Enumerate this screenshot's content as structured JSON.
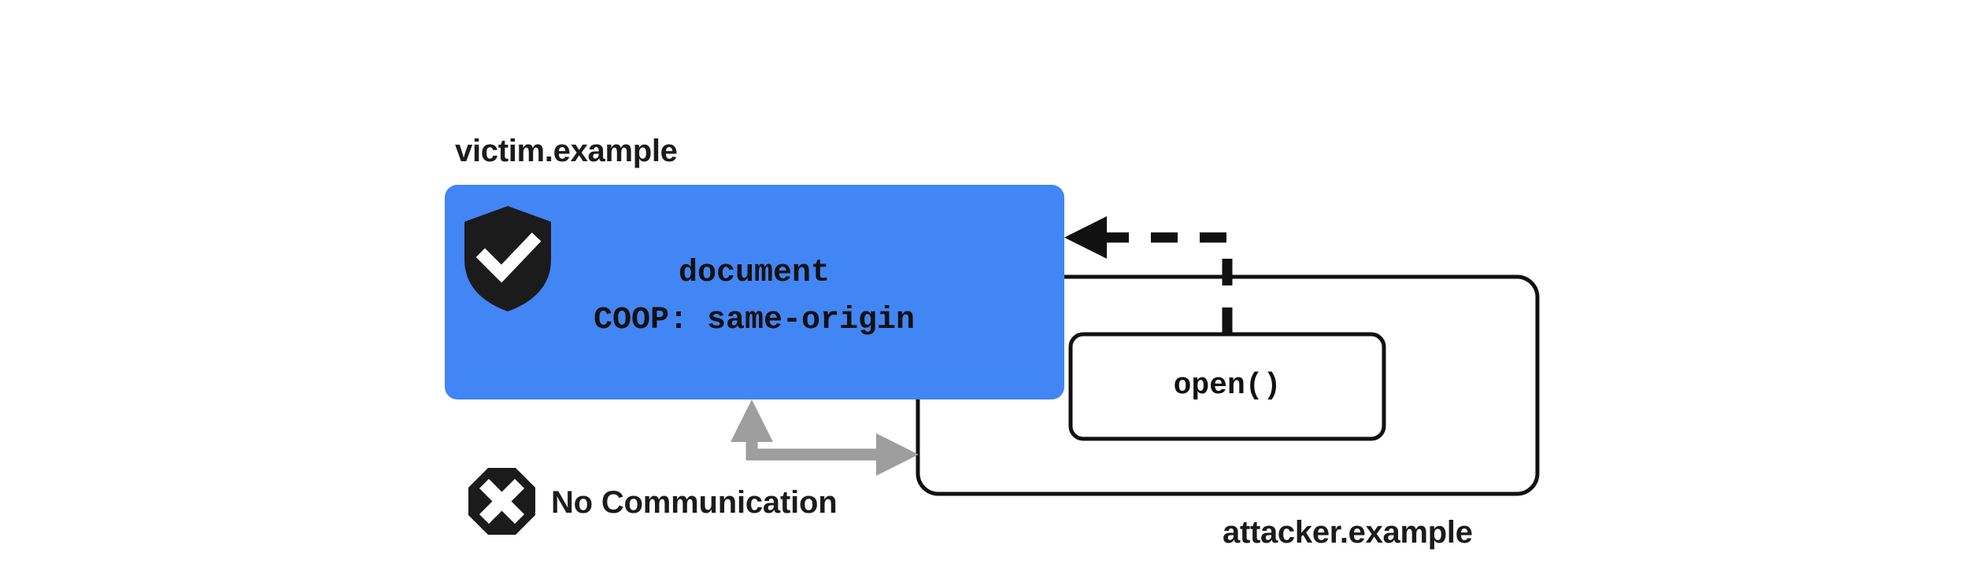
{
  "diagram": {
    "type": "security-architecture-diagram",
    "background_color": "#ffffff",
    "victim": {
      "origin_label": "victim.example",
      "box_color": "#4285f4",
      "shield_icon_name": "shield-check-icon",
      "shield_color": "#1b1b1b",
      "lines": [
        "document",
        "COOP: same-origin"
      ],
      "document_line": "document",
      "coop_line": "COOP: same-origin"
    },
    "attacker": {
      "origin_label": "attacker.example",
      "border_color": "#111111",
      "open_box_label": "open()"
    },
    "no_communication": {
      "label": "No Communication",
      "icon_name": "octagon-x-icon",
      "icon_color": "#1b1b1b",
      "arrow_color": "#9e9e9e"
    },
    "open_arrow": {
      "style": "dashed",
      "color": "#111111",
      "direction": "attacker-to-victim"
    }
  }
}
